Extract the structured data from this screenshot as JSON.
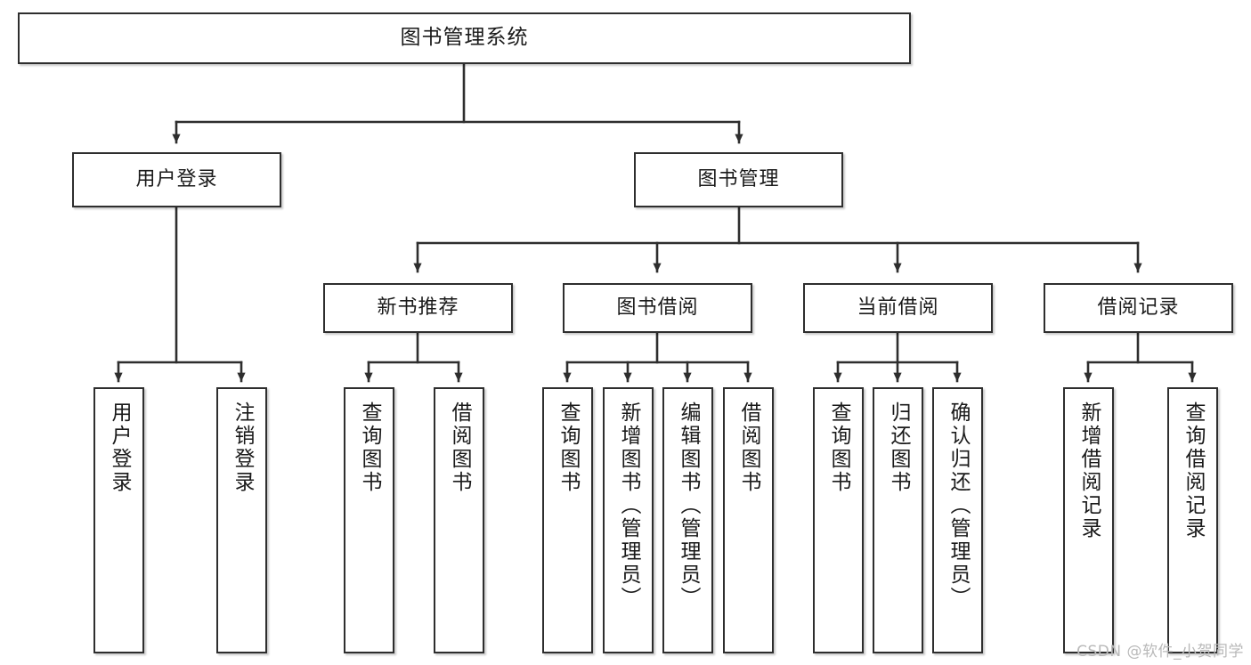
{
  "diagram": {
    "type": "tree-hierarchy",
    "title": "图书管理系统",
    "watermark": "CSDN @软件_小贺同学",
    "colors": {
      "box_border": "#2e2e2e",
      "box_fill": "#ffffff",
      "edge": "#2e2e2e",
      "text": "#1a1a1a",
      "watermark": "#b9b9b9"
    },
    "nodes": {
      "root": {
        "label": "图书管理系统",
        "level": 1
      },
      "user_login": {
        "label": "用户登录",
        "level": 2
      },
      "book_manage": {
        "label": "图书管理",
        "level": 2
      },
      "new_book_rec": {
        "label": "新书推荐",
        "level": 3
      },
      "book_borrow": {
        "label": "图书借阅",
        "level": 3
      },
      "current_borrow": {
        "label": "当前借阅",
        "level": 3
      },
      "borrow_record": {
        "label": "借阅记录",
        "level": 3
      },
      "leaf_user_login": {
        "label": "用户登录",
        "level": 4
      },
      "leaf_logout": {
        "label": "注销登录",
        "level": 4
      },
      "leaf_query_book_1": {
        "label": "查询图书",
        "level": 4
      },
      "leaf_borrow_book_1": {
        "label": "借阅图书",
        "level": 4
      },
      "leaf_query_book_2": {
        "label": "查询图书",
        "level": 4
      },
      "leaf_add_book": {
        "label": "新增图书（管理员）",
        "level": 4
      },
      "leaf_edit_book": {
        "label": "编辑图书（管理员）",
        "level": 4
      },
      "leaf_borrow_book_2": {
        "label": "借阅图书",
        "level": 4
      },
      "leaf_query_book_3": {
        "label": "查询图书",
        "level": 4
      },
      "leaf_return_book": {
        "label": "归还图书",
        "level": 4
      },
      "leaf_confirm_return": {
        "label": "确认归还（管理员）",
        "level": 4
      },
      "leaf_add_record": {
        "label": "新增借阅记录",
        "level": 4
      },
      "leaf_query_record": {
        "label": "查询借阅记录",
        "level": 4
      }
    },
    "edges": [
      {
        "from": "root",
        "to": "user_login"
      },
      {
        "from": "root",
        "to": "book_manage"
      },
      {
        "from": "user_login",
        "to": "leaf_user_login"
      },
      {
        "from": "user_login",
        "to": "leaf_logout"
      },
      {
        "from": "book_manage",
        "to": "new_book_rec"
      },
      {
        "from": "book_manage",
        "to": "book_borrow"
      },
      {
        "from": "book_manage",
        "to": "current_borrow"
      },
      {
        "from": "book_manage",
        "to": "borrow_record"
      },
      {
        "from": "new_book_rec",
        "to": "leaf_query_book_1"
      },
      {
        "from": "new_book_rec",
        "to": "leaf_borrow_book_1"
      },
      {
        "from": "book_borrow",
        "to": "leaf_query_book_2"
      },
      {
        "from": "book_borrow",
        "to": "leaf_add_book"
      },
      {
        "from": "book_borrow",
        "to": "leaf_edit_book"
      },
      {
        "from": "book_borrow",
        "to": "leaf_borrow_book_2"
      },
      {
        "from": "current_borrow",
        "to": "leaf_query_book_3"
      },
      {
        "from": "current_borrow",
        "to": "leaf_return_book"
      },
      {
        "from": "current_borrow",
        "to": "leaf_confirm_return"
      },
      {
        "from": "borrow_record",
        "to": "leaf_add_record"
      },
      {
        "from": "borrow_record",
        "to": "leaf_query_record"
      }
    ]
  }
}
